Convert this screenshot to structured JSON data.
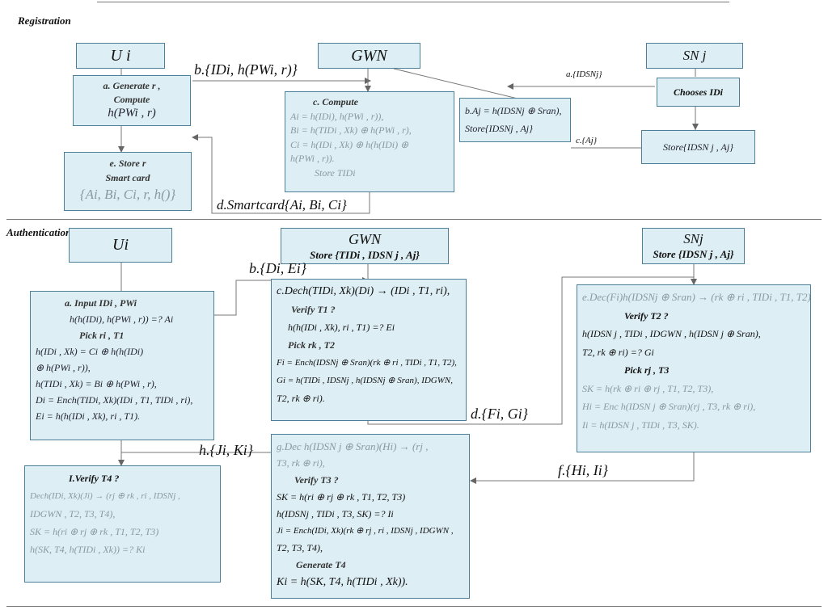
{
  "sections": {
    "registration": "Registration",
    "authentication": "Authentication"
  },
  "registration": {
    "entities": {
      "ui": "U i",
      "gwn": "GWN",
      "snj": "SN j"
    },
    "box_a": [
      "a. Generate r ,",
      "Compute",
      "h(PWi , r)"
    ],
    "box_c": [
      "c. Compute",
      "Ai = h(IDi), h(PWi , r)),",
      "Bi = h(TIDi , Xk) ⊕ h(PWi , r),",
      "Ci = h(IDi , Xk) ⊕ h(h(IDi) ⊕",
      "h(PWi , r)).",
      "Store TIDi"
    ],
    "box_b": [
      "b.Aj = h(IDSNj ⊕ Sran),",
      "Store{IDSNj , Aj}"
    ],
    "box_chooses": "Chooses IDi",
    "box_store_sn": "Store{IDSN j , Aj}",
    "box_e": [
      "e. Store r",
      "Smart card",
      "{Ai, Bi, Ci, r, h()}"
    ],
    "messages": {
      "b": "b.{IDi, h(PWi, r)}",
      "a": "a.{IDSNj}",
      "c": "c.{Aj}",
      "d": "d.Smartcard{Ai, Bi, Ci}"
    }
  },
  "authentication": {
    "entities": {
      "ui": "Ui",
      "gwn": "GWN",
      "gwn_store": "Store {TIDi , IDSN j , Aj}",
      "snj": "SNj",
      "snj_store": "Store {IDSN j , Aj}"
    },
    "box_a": [
      "a. Input IDi , PWi",
      "h(h(IDi), h(PWi , r)) =? Ai",
      "Pick ri , T1",
      "h(IDi , Xk) = Ci ⊕ h(h(IDi)",
      "⊕ h(PWi , r)),",
      "h(TIDi , Xk) = Bi ⊕ h(PWi , r),",
      "Di = Ench(TIDi, Xk)(IDi , T1, TIDi , ri),",
      "Ei = h(h(IDi , Xk), ri , T1)."
    ],
    "box_c": [
      "c.Dech(TIDi, Xk)(Di) → (IDi , T1, ri),",
      "Verify T1 ?",
      "h(h(IDi , Xk), ri , T1) =? Ei",
      "Pick rk , T2",
      "Fi = Ench(IDSNj ⊕ Sran)(rk ⊕ ri , TIDi , T1, T2),",
      "Gi = h(TIDi , IDSNj , h(IDSNj ⊕ Sran), IDGWN,",
      "T2, rk ⊕ ri)."
    ],
    "box_e": [
      "e.Dec(Fi)h(IDSNj ⊕ Sran) → (rk ⊕ ri , TIDi , T1, T2)",
      "Verify T2 ?",
      "h(IDSN j , TIDi , IDGWN , h(IDSN j ⊕ Sran),",
      "T2, rk ⊕ ri) =? Gi",
      "Pick rj , T3",
      "SK = h(rk ⊕ ri ⊕ rj , T1, T2, T3),",
      "Hi = Enc h(IDSN j ⊕ Sran)(rj , T3, rk ⊕ ri),",
      "Ii = h(IDSN j , TIDi , T3, SK)."
    ],
    "box_g": [
      "g.Dec h(IDSN j ⊕ Sran)(Hi) → (rj ,",
      "T3, rk ⊕ ri),",
      "Verify T3 ?",
      "SK = h(ri ⊕ rj ⊕ rk , T1, T2, T3)",
      "h(IDSNj , TIDi , T3, SK) =? Ii",
      "Ji = Ench(IDi, Xk)(rk ⊕ rj , ri , IDSNj , IDGWN ,",
      "T2, T3, T4),",
      "Generate T4",
      "Ki = h(SK, T4, h(TIDi , Xk))."
    ],
    "box_i": [
      "I.Verify T4 ?",
      "Dech(IDi, Xk)(Ji) → (rj ⊕ rk , ri , IDSNj ,",
      "IDGWN , T2, T3, T4),",
      "SK = h(ri ⊕ rj ⊕ rk , T1, T2, T3)",
      "h(SK, T4, h(TIDi , Xk)) =? Ki"
    ],
    "messages": {
      "b": "b.{Di, Ei}",
      "d": "d.{Fi, Gi}",
      "f": "f.{Hi, Ii}",
      "h": "h.{Ji, Ki}"
    }
  }
}
